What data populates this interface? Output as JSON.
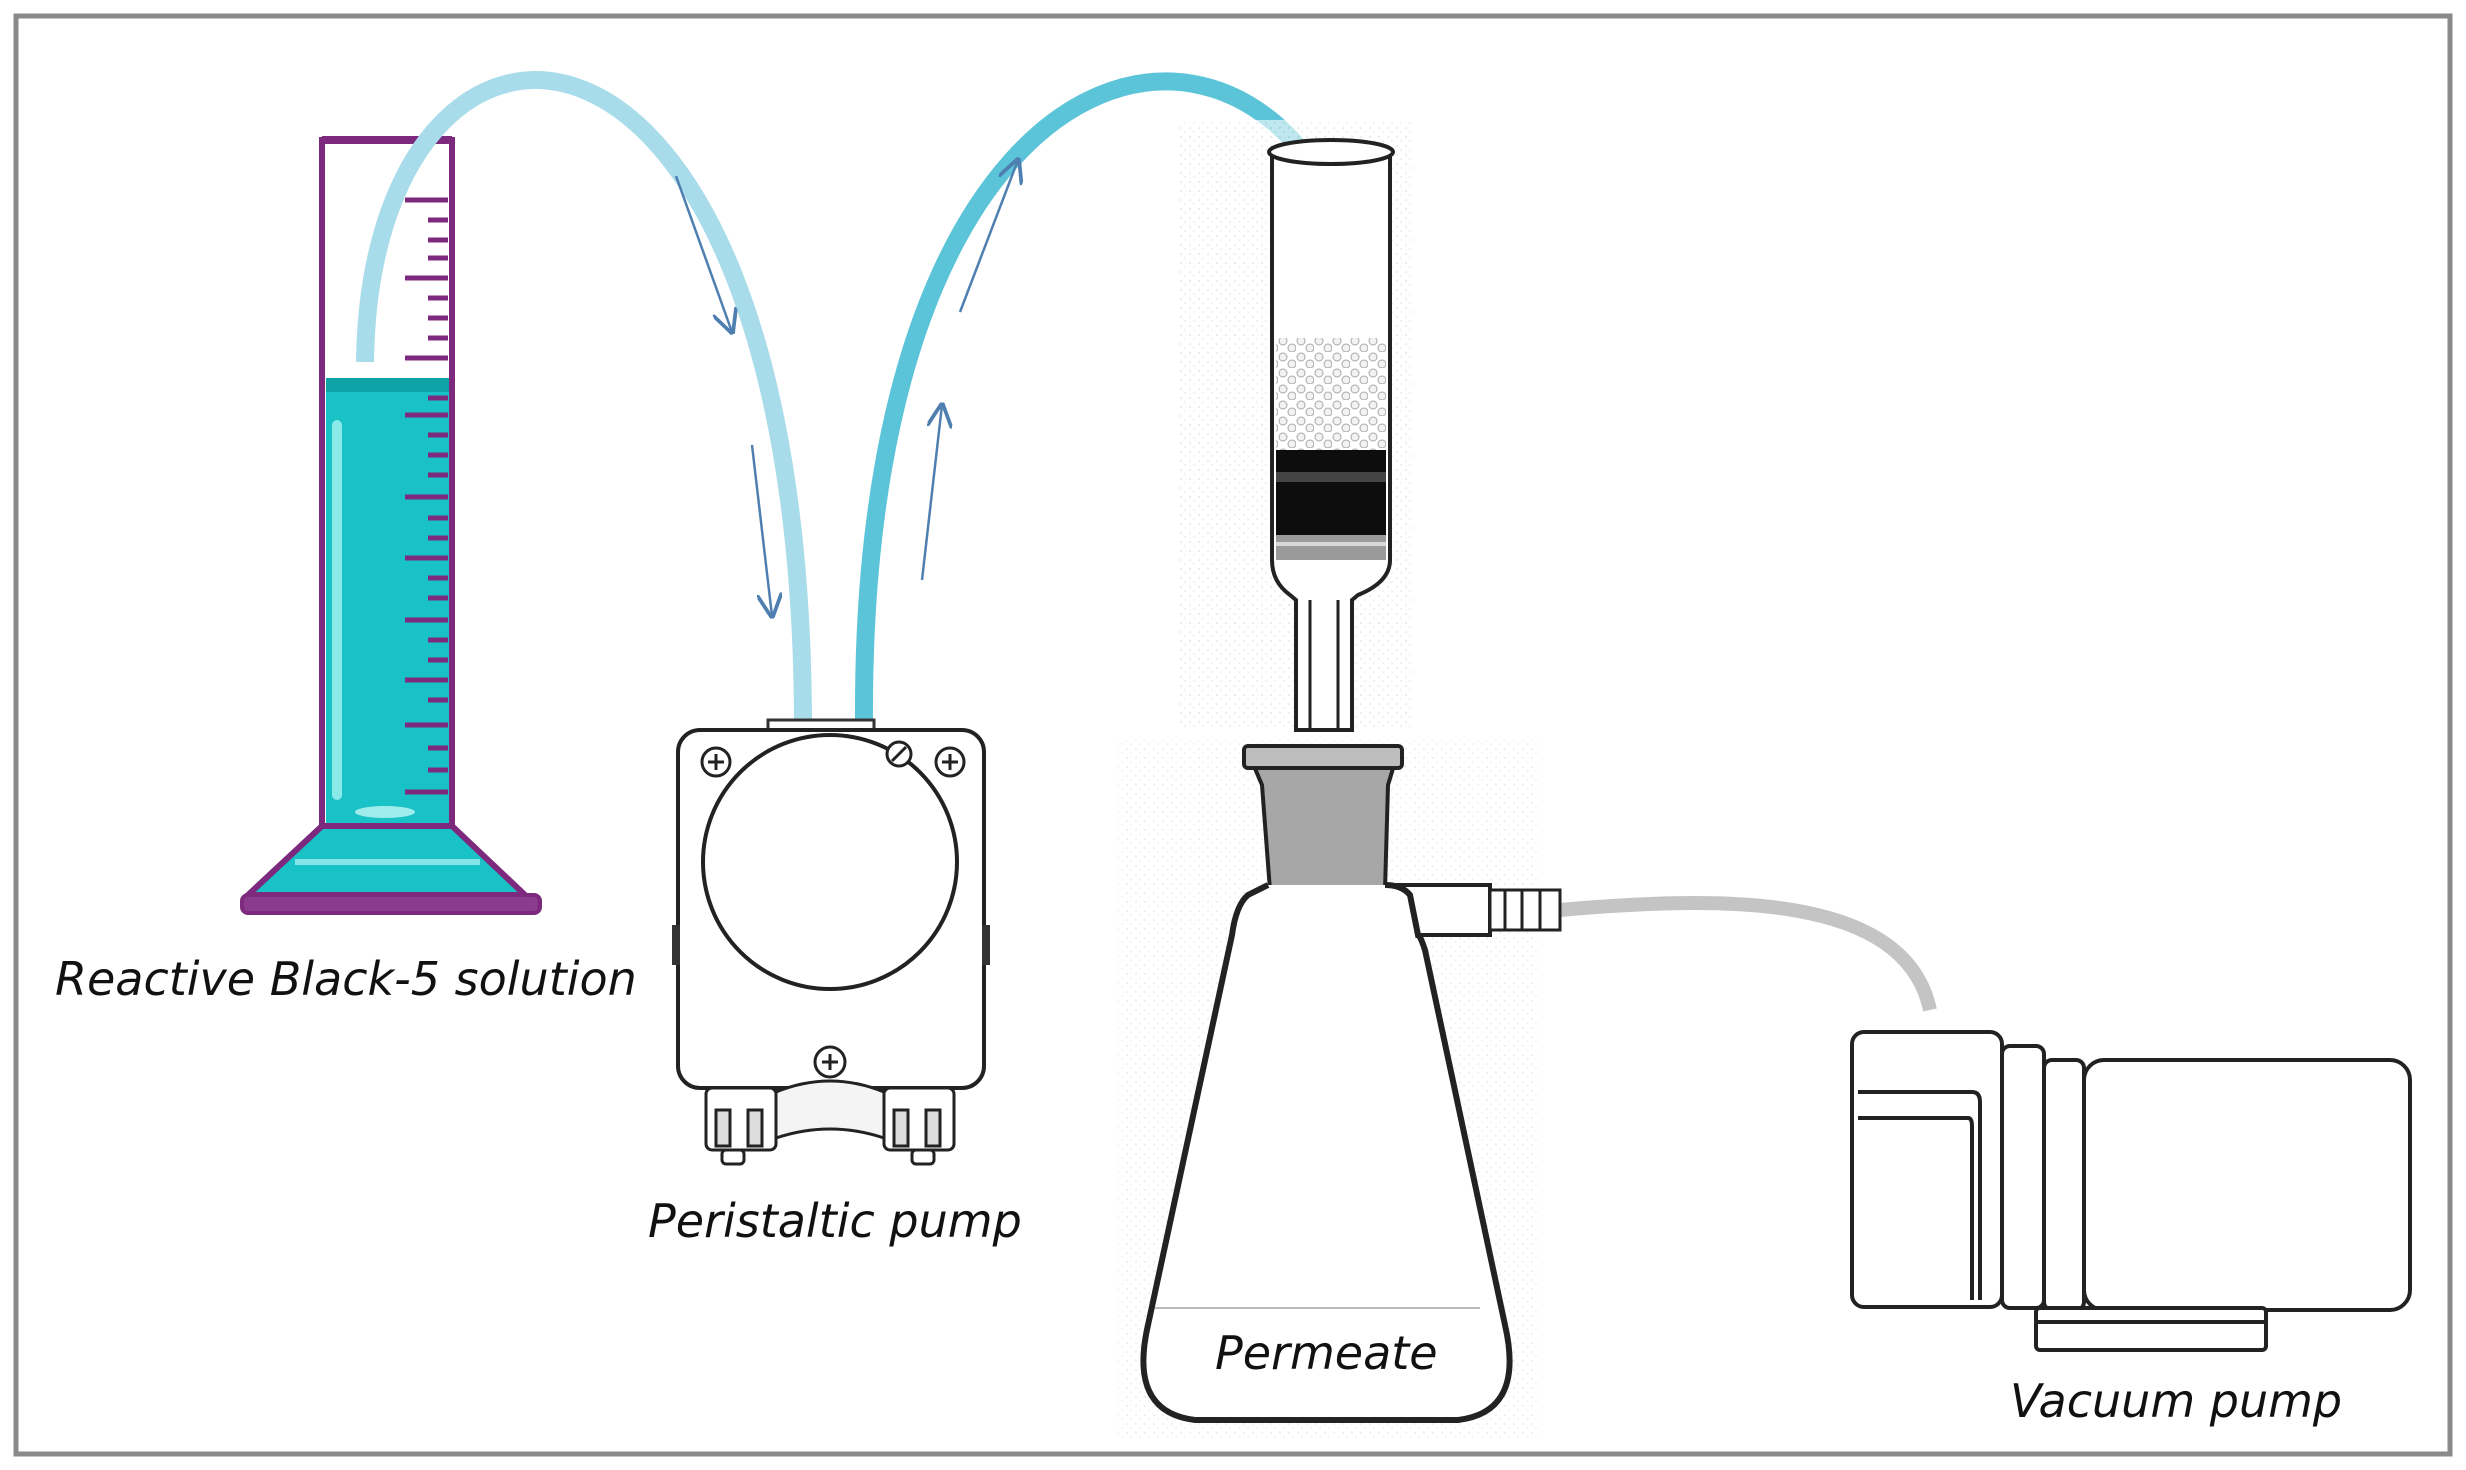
{
  "labels": {
    "solution": "Reactive Black-5 solution",
    "peristaltic_pump": "Peristaltic pump",
    "permeate": "Permeate",
    "vacuum_pump": "Vacuum pump"
  },
  "colors": {
    "frame": "#8a8a8a",
    "cylinder_outline": "#7d2a7e",
    "solution": "#19c2c6",
    "tube_inlet": "#a9dcea",
    "tube_outlet": "#5cc4d8",
    "vacuum_hose": "#c4c4c4",
    "flow_arrow": "#4f7fb0",
    "adsorbent_black": "#0d0d0d"
  }
}
